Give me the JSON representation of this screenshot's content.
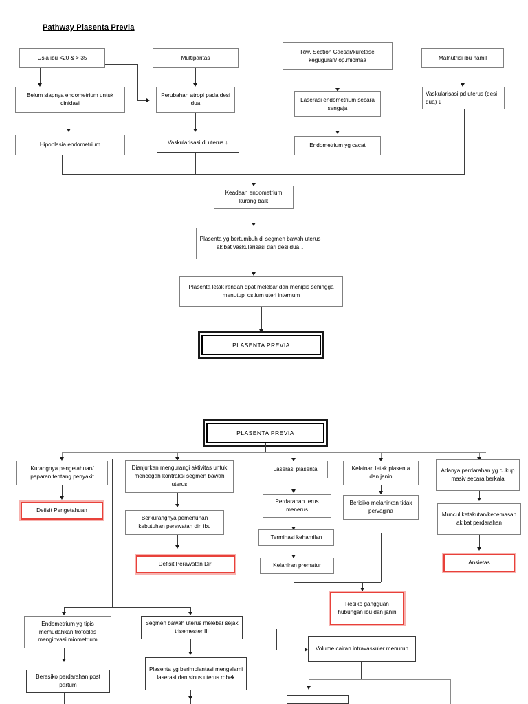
{
  "document": {
    "title": "Pathway Plasenta Previa"
  },
  "diagram1": {
    "name": "pathway-plasenta-previa-etiology",
    "nodes": {
      "usia_ibu": "Usia ibu <20 & > 35",
      "multiparitas": "Multiparitas",
      "riw_section": "Riw. Section Caesar/kuretase keguguran/ op.miomaa",
      "malnutrisi": "Malnutrisi ibu hamil",
      "belum_siap": "Belum siapnya endometrium untuk dinidasi",
      "perubahan_atropi": "Perubahan atropi pada desi dua",
      "laserasi_endometrium": "Laserasi endometrium secara sengaja",
      "vaskularisasi_pd_uterus": "Vaskularisasi pd uterus (desi dua)",
      "hipoplasia": "Hipoplasia endometrium",
      "vaskularisasi_di_uterus": "Vaskularisasi di uterus",
      "endometrium_cacat": "Endometrium yg cacat",
      "keadaan_endometrium": "Keadaan endometrium kurang baik",
      "plasenta_bertumbuh": "Plasenta yg bertumbuh di segmen bawah uterus akibat vaskularisasi dari desi dua",
      "plasenta_letak_rendah": "Plasenta letak rendah dpat melebar dan menipis sehingga menutupi ostium uteri internum",
      "plasenta_previa": "PLASENTA PREVIA"
    },
    "down_arrow_glyph": "↓"
  },
  "diagram2": {
    "name": "pathway-plasenta-previa-complications",
    "root": "PLASENTA PREVIA",
    "branches": {
      "kurangnya_pengetahuan": "Kurangnya pengetahuan/ paparan tentang penyakit",
      "defisit_pengetahuan": "Defisit Pengetahuan",
      "dianjurkan_mengurangi": "Dianjurkan mengurangi aktivitas untuk mencegah kontraksi segmen bawah uterus",
      "berkurangnya_pemenuhan": "Berkurangnya pemenuhan kebutuhan perawatan diri ibu",
      "defisit_perawatan_diri": "Defisit Perawatan Diri",
      "laserasi_plasenta": "Laserasi plasenta",
      "perdarahan_terus": "Perdarahan terus menerus",
      "terminasi_kehamilan": "Terminasi kehamilan",
      "kelahiran_prematur": "Kelahiran prematur",
      "kelainan_letak": "Kelainan letak plasenta dan janin",
      "berisiko_melahirkan": "Berisiko melahirkan tidak pervagina",
      "adanya_perdarahan": "Adanya perdarahan yg cukup masiv secara berkala",
      "muncul_ketakutan": "Muncul ketakutan/kecemasan akibat perdarahan",
      "ansietas": "Ansietas",
      "resiko_gangguan": "Resiko gangguan hubungan ibu dan janin",
      "endometrium_tipis": "Endometrium yg tipis memudahkan trofoblas menginvasi miometrium",
      "segmen_melebar": "Segmen bawah uterus melebar sejak trisemester III",
      "beresiko_perdarahan": "Beresiko perdarahan post partum",
      "plasenta_berimplantasi": "Plasenta yg berimplantasi mengalami laserasi dan sinus uterus robek",
      "volume_cairan": "Volume cairan intravaskuler menurun"
    }
  },
  "colors": {
    "diagnosis_border": "#e8413a",
    "diagnosis_glow": "#f7b3b0",
    "box_border": "#808080",
    "line": "#3d3d3d",
    "background": "#ffffff"
  }
}
